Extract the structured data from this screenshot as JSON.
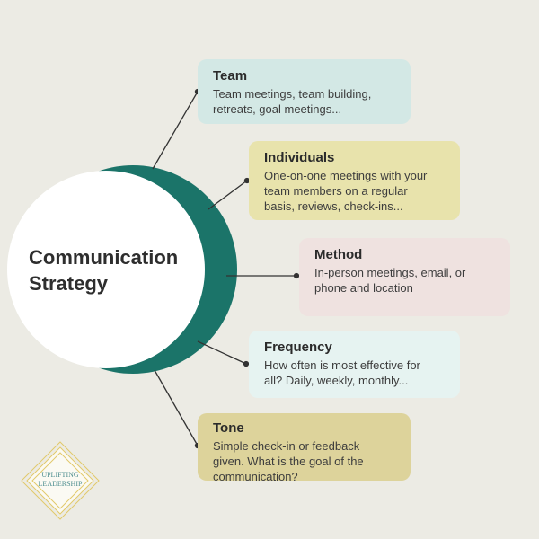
{
  "center_title": [
    "Communication",
    "Strategy"
  ],
  "items": [
    {
      "title": "Team",
      "lines": [
        "Team meetings, team building,",
        "retreats, goal meetings..."
      ]
    },
    {
      "title": "Individuals",
      "lines": [
        "One-on-one meetings with your",
        "team members on a regular",
        "basis, reviews, check-ins..."
      ]
    },
    {
      "title": "Method",
      "lines": [
        "In-person meetings, email, or",
        "phone and location"
      ]
    },
    {
      "title": "Frequency",
      "lines": [
        "How often is most effective for",
        "all? Daily, weekly, monthly..."
      ]
    },
    {
      "title": "Tone",
      "lines": [
        "Simple check-in or feedback",
        "given. What is the goal of the",
        "communication?"
      ]
    }
  ],
  "logo": {
    "lines": [
      "UPLIFTING",
      "LEADERSHIP"
    ]
  },
  "colors": {
    "background": "#ecebe4",
    "ring": "#1b7469",
    "team": "#d3e8e5",
    "individuals": "#e8e3ac",
    "method": "#efe2e0",
    "frequency": "#e6f3f1",
    "tone": "#ddd39b"
  }
}
